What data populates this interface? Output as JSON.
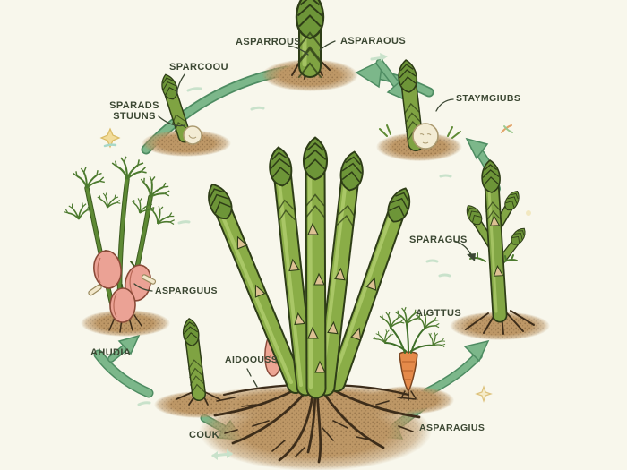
{
  "labels": {
    "top_center_left": "ASPARROUS",
    "top_center_right": "ASPARAOUS",
    "upper_left_top": "SPARCOOU",
    "upper_left_side_line1": "SPARADS",
    "upper_left_side_line2": "STUUNS",
    "upper_right": "STAYMGIUBS",
    "right": "SPARAGUS",
    "right_lower": "AIGTTUS",
    "bottom_right": "ASPARAGIUS",
    "center_shoot": "AIDOOUSS",
    "bottom_center": "COUK",
    "left": "ASPARGUUS",
    "bottom_left": "AHUDIA"
  },
  "colors": {
    "background": "#f8f7ec",
    "arrow_green": "#7cb78a",
    "arrow_edge_green": "#4e8c62",
    "asparagus_green": "#8aad47",
    "asparagus_outline": "#2e3d17",
    "soil_brown": "#bd9766",
    "root_brown": "#3d2d1a",
    "tuber_pink": "#eba295",
    "carrot_orange": "#e58a4a",
    "seed_cream": "#f3ecd4",
    "label_text": "#3b4732",
    "sparkle_yellow": "#f2dc9a"
  }
}
